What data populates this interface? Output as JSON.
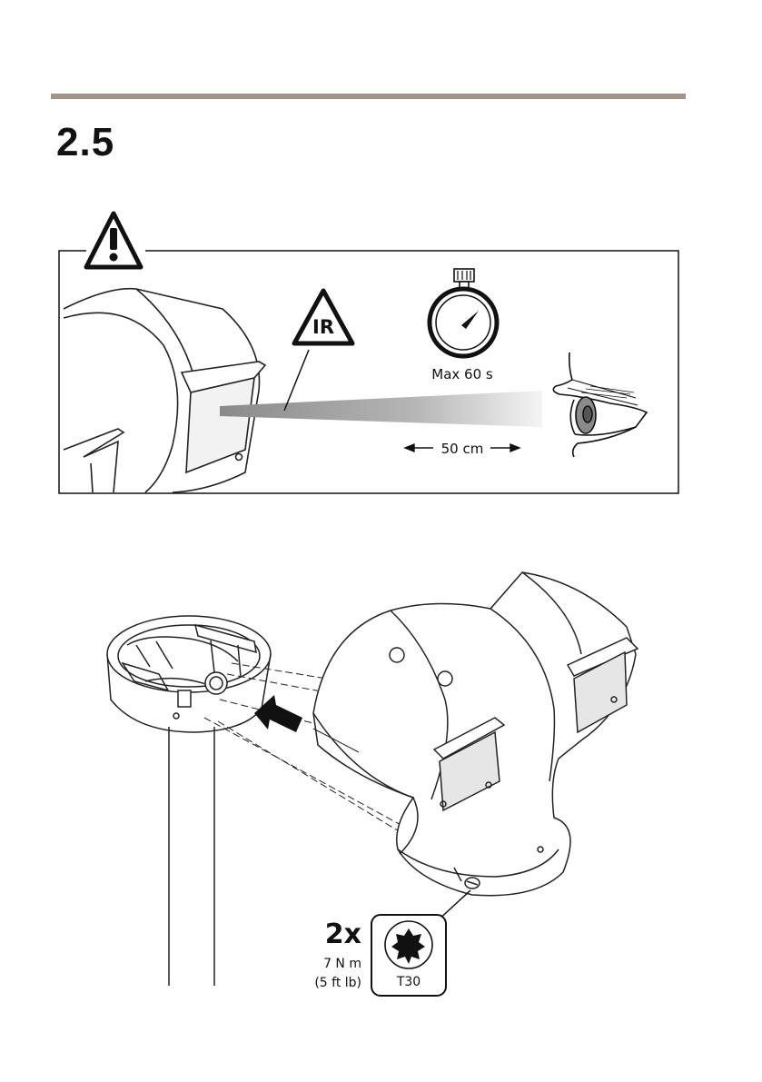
{
  "page": {
    "section_number": "2.5"
  },
  "warning_illustration": {
    "ir_label": "IR",
    "timer_label": "Max 60 s",
    "distance_label": "50 cm"
  },
  "install_illustration": {
    "screw_count": "2x",
    "torque_nm": "7 N m",
    "torque_ftlb": "(5 ft lb)",
    "bit_size": "T30"
  },
  "icons": [
    "warning-icon",
    "ir-warning-icon",
    "stopwatch-icon",
    "eye-icon",
    "torx-t30-icon",
    "arrow-icon"
  ]
}
